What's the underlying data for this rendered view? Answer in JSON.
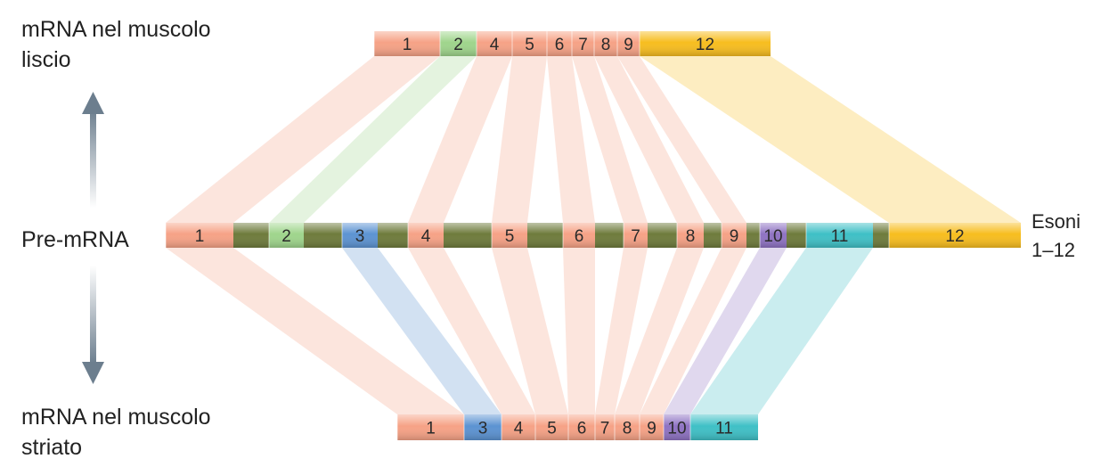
{
  "labels": {
    "smooth": "mRNA nel muscolo\nliscio",
    "pre": "Pre-mRNA",
    "striated": "mRNA nel muscolo\nstriato",
    "exons": "Esoni\n1–12"
  },
  "colors": {
    "exon_salmon": "#f6a286",
    "exon_green": "#9fd58c",
    "exon_blue": "#5c93d2",
    "exon_purple": "#8f73c3",
    "exon_cyan": "#3fc0c6",
    "exon_yellow": "#f7bd1f",
    "intron": "#6e7b3c",
    "arrow": "#6c7e8e"
  },
  "exons": [
    "1",
    "2",
    "3",
    "4",
    "5",
    "6",
    "7",
    "8",
    "9",
    "10",
    "11",
    "12"
  ],
  "smooth_mrna": [
    "1",
    "2",
    "4",
    "5",
    "6",
    "7",
    "8",
    "9",
    "12"
  ],
  "striated_mrna": [
    "1",
    "3",
    "4",
    "5",
    "6",
    "7",
    "8",
    "9",
    "10",
    "11"
  ]
}
